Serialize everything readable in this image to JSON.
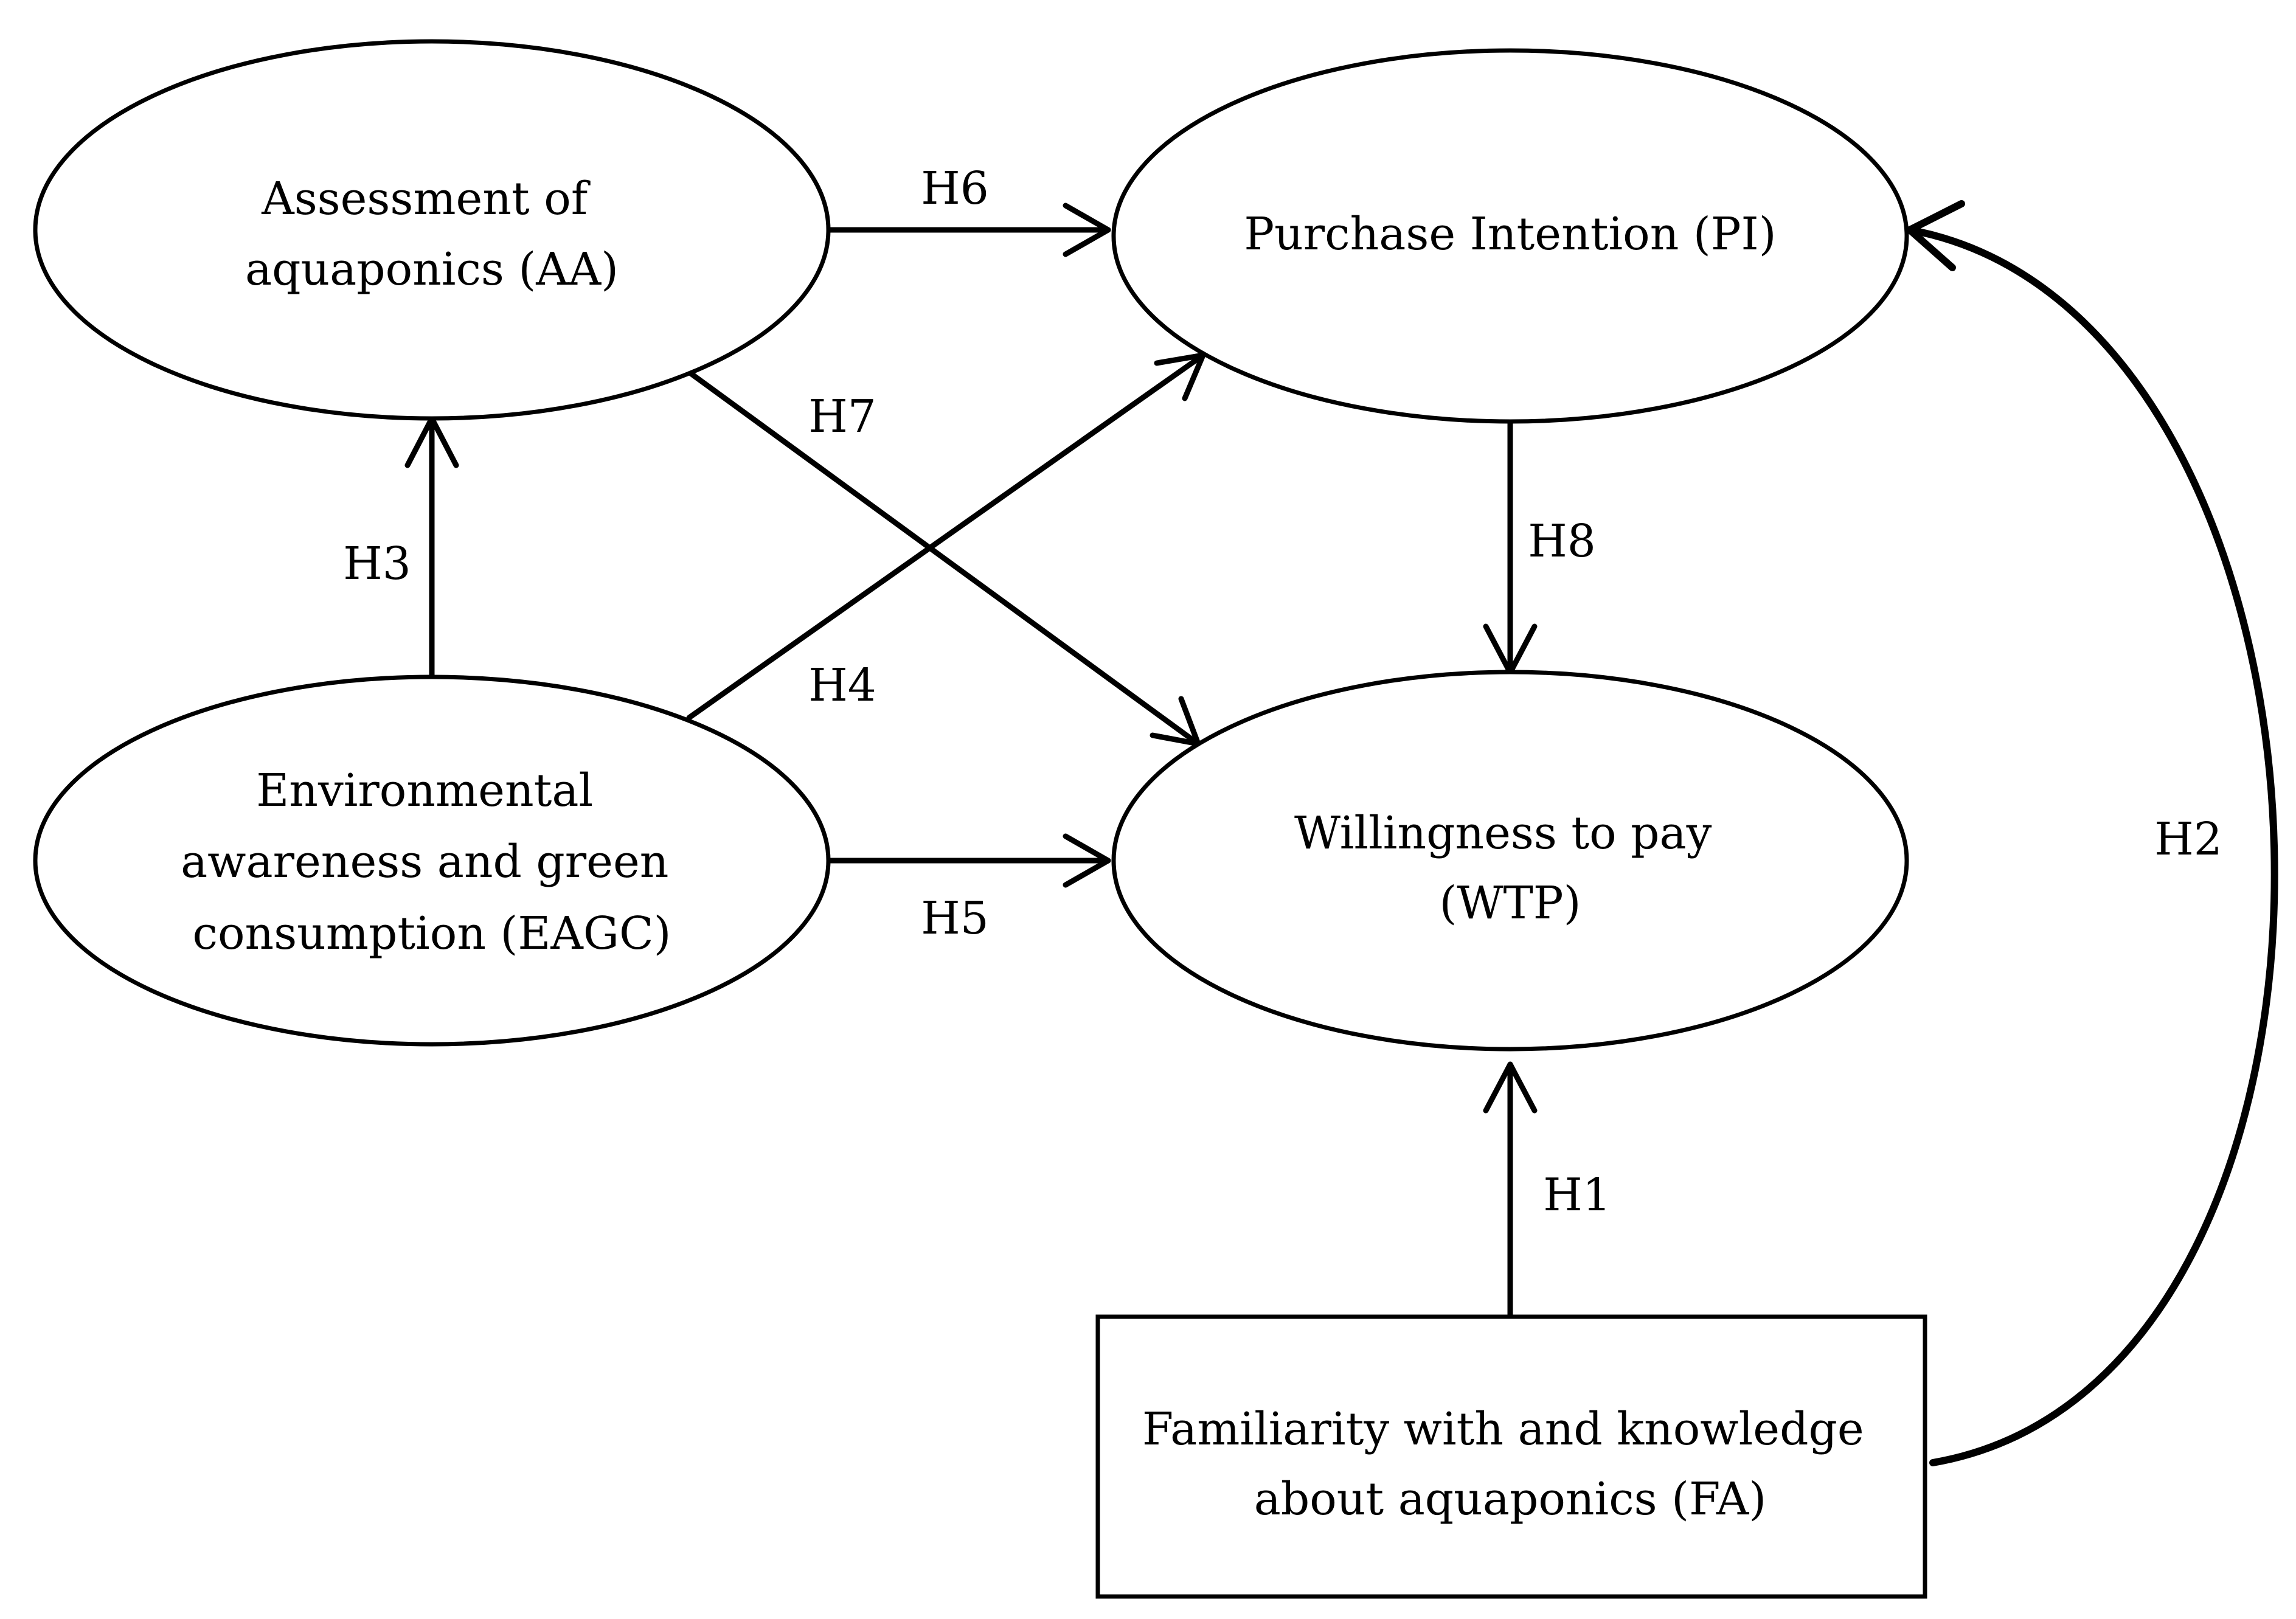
{
  "nodes": {
    "aa": {
      "lines": [
        "Assessment of",
        "aquaponics (AA)"
      ]
    },
    "pi": {
      "lines": [
        "Purchase Intention (PI)"
      ]
    },
    "eagc": {
      "lines": [
        "Environmental",
        "awareness and green",
        "consumption (EAGC)"
      ]
    },
    "wtp": {
      "lines": [
        "Willingness to pay",
        "(WTP)"
      ]
    },
    "fa": {
      "lines": [
        "Familiarity with and knowledge",
        "about aquaponics (FA)"
      ]
    }
  },
  "edges": {
    "h1": "H1",
    "h2": "H2",
    "h3": "H3",
    "h4": "H4",
    "h5": "H5",
    "h6": "H6",
    "h7": "H7",
    "h8": "H8"
  }
}
